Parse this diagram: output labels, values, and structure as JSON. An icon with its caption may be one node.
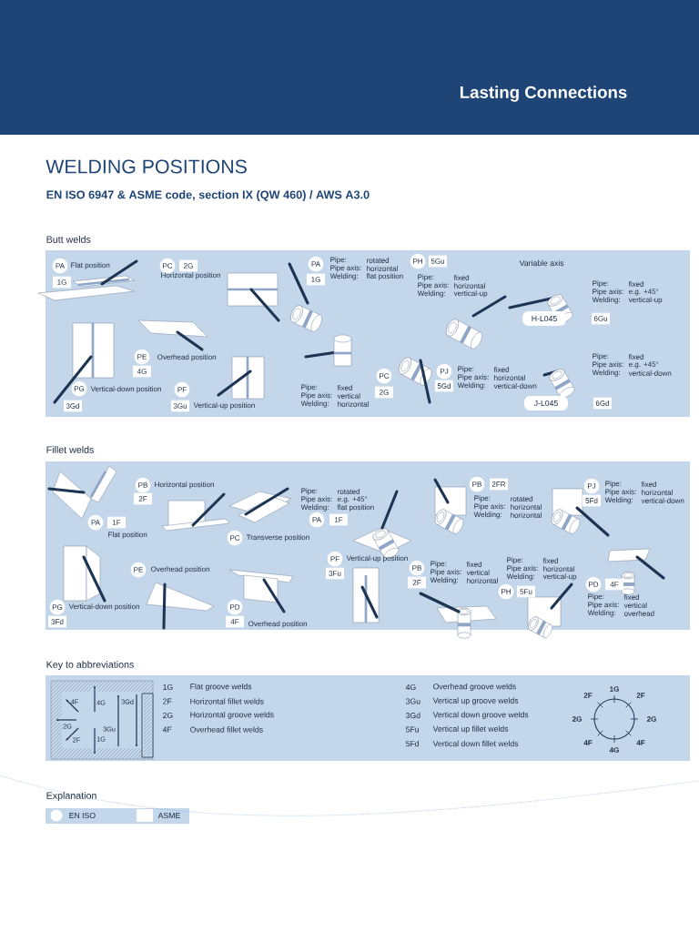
{
  "diagram": {
    "title": "WELDING POSITIONS",
    "nodes": [
      {
        "text": [
          "PA"
        ],
        "beside": [
          "Flat position"
        ]
      },
      {
        "text": [
          "1G"
        ]
      },
      {
        "text": [
          "PC"
        ],
        "beside": [
          "Horizontal position"
        ]
      },
      {
        "text": [
          "2G"
        ]
      },
      {
        "text": [
          "PA"
        ]
      },
      {
        "text": [
          "1G"
        ]
      },
      {
        "text": [
          "PH"
        ]
      },
      {
        "text": [
          "5Gu"
        ]
      },
      {
        "text": [
          "H-L045"
        ]
      },
      {
        "text": [
          "6Gu"
        ]
      },
      {
        "text": [
          "PE"
        ],
        "beside": [
          "Overhead position"
        ]
      },
      {
        "text": [
          "4G"
        ]
      },
      {
        "text": [
          "PG"
        ],
        "beside": [
          "Vertical-down position"
        ]
      },
      {
        "text": [
          "3Gd"
        ]
      },
      {
        "text": [
          "PF"
        ]
      },
      {
        "text": [
          "3Gu"
        ],
        "beside": [
          "Vertical-up position"
        ]
      },
      {
        "text": [
          "PC"
        ]
      },
      {
        "text": [
          "2G"
        ]
      },
      {
        "text": [
          "PJ"
        ]
      },
      {
        "text": [
          "5Gd"
        ]
      },
      {
        "text": [
          "J-L045"
        ]
      },
      {
        "text": [
          "6Gd"
        ]
      },
      {
        "text": [
          "PB"
        ],
        "beside": [
          "Horizontal position"
        ]
      },
      {
        "text": [
          "2F"
        ]
      },
      {
        "text": [
          "PB"
        ]
      },
      {
        "text": [
          "2FR"
        ]
      },
      {
        "text": [
          "PJ"
        ]
      },
      {
        "text": [
          "5Fd"
        ]
      },
      {
        "text": [
          "PA"
        ],
        "beside": [
          "Flat position"
        ]
      },
      {
        "text": [
          "1F"
        ]
      },
      {
        "text": [
          "PA"
        ]
      },
      {
        "text": [
          "1F"
        ]
      },
      {
        "text": [
          "PC"
        ],
        "beside": [
          "Transverse position"
        ]
      },
      {
        "text": [
          "PF"
        ],
        "beside": [
          "Vertical-up position"
        ]
      },
      {
        "text": [
          "3Fu"
        ]
      },
      {
        "text": [
          "PB"
        ]
      },
      {
        "text": [
          "2F"
        ]
      },
      {
        "text": [
          "PE"
        ],
        "beside": [
          "Overhead position"
        ]
      },
      {
        "text": [
          "PD"
        ]
      },
      {
        "text": [
          "4F"
        ]
      },
      {
        "text": [
          "PH"
        ]
      },
      {
        "text": [
          "5Fu"
        ]
      },
      {
        "text": [
          "PG"
        ],
        "beside": [
          "Vertical-down position"
        ]
      },
      {
        "text": [
          "3Fd"
        ]
      },
      {
        "text": [
          "PD"
        ]
      },
      {
        "text": [
          "4F"
        ],
        "beside": [
          "Overhead position"
        ]
      }
    ],
    "labels": [
      "Lasting Connections",
      "EN ISO 6947 & ASME code, section IX (QW 460) / AWS A3.0",
      "Butt welds",
      "Pipe:",
      "rotated",
      "Pipe axis:",
      "horizontal",
      "Welding:",
      "flat position",
      "Pipe:",
      "fixed",
      "Pipe axis:",
      "horizontal",
      "Welding:",
      "vertical-up",
      "Variable axis",
      "Pipe:",
      "fixed",
      "Pipe axis:",
      "e.g. +45°",
      "Welding:",
      "vertical-up",
      "Pipe:",
      "fixed",
      "Pipe axis:",
      "vertical",
      "Welding:",
      "horizontal",
      "Pipe:",
      "fixed",
      "Pipe axis:",
      "horizontal",
      "Welding:",
      "vertical-down",
      "Pipe:",
      "fixed",
      "Pipe axis:",
      "e.g. +45°",
      "Welding:",
      "vertical-down",
      "Fillet welds",
      "Pipe:",
      "rotated",
      "Pipe axis:",
      "e.g. +45°",
      "Welding:",
      "flat position",
      "Pipe:",
      "rotated",
      "Pipe axis:",
      "horizontal",
      "Welding:",
      "horizontal",
      "Pipe:",
      "fixed",
      "Pipe axis:",
      "horizontal",
      "Welding:",
      "vertical-down",
      "Pipe:",
      "fixed",
      "Pipe axis:",
      "vertical",
      "Welding:",
      "horizontal",
      "Pipe:",
      "fixed",
      "Pipe axis:",
      "horizontal",
      "Welding:",
      "vertical-up",
      "Pipe:",
      "fixed",
      "Pipe axis:",
      "vertical",
      "Welding:",
      "overhead",
      "Key to abbreviations",
      "4F",
      "4G",
      "3Gd",
      "2G",
      "2F",
      "1G",
      "3Gu",
      "1G",
      "Flat groove welds",
      "2F",
      "Horizontal fillet welds",
      "2G",
      "Horizontal groove welds",
      "4F",
      "Overhead fillet welds",
      "4G",
      "Overhead groove welds",
      "3Gu",
      "Vertical up groove welds",
      "3Gd",
      "Vertical down groove welds",
      "5Fu",
      "Vertical up fillet welds",
      "5Fd",
      "Vertical down fillet welds",
      "1G",
      "2F",
      "2F",
      "2G",
      "2G",
      "4F",
      "4F",
      "4G",
      "Explanation"
    ],
    "legend": [
      {
        "text": "EN ISO"
      },
      {
        "text": "ASME"
      }
    ]
  }
}
